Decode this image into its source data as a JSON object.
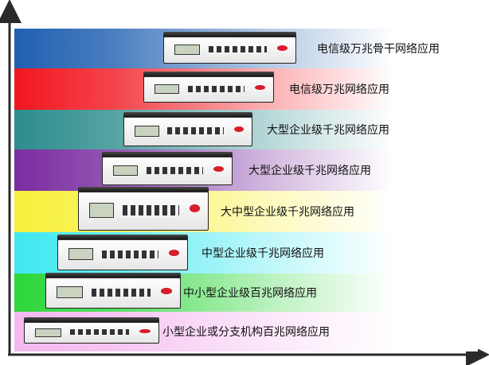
{
  "colors": {
    "axis": "#2a2a2a",
    "device_body": "#e8e8e8",
    "device_top": "#222222",
    "brand": "#d61e2a"
  },
  "tiers": [
    {
      "label": "电信级万兆骨干网络应用",
      "color": "#1f5fb0"
    },
    {
      "label": "电信级万兆网络应用",
      "color": "#f2161f"
    },
    {
      "label": "大型企业级千兆网络应用",
      "color": "#2d8c8c"
    },
    {
      "label": "大型企业级千兆网络应用",
      "color": "#7a2ca0"
    },
    {
      "label": "大中型企业级千兆网络应用",
      "color": "#f7f03a"
    },
    {
      "label": "中型企业级千兆网络应用",
      "color": "#3fe8f0"
    },
    {
      "label": "中小型企业级百兆网络应用",
      "color": "#2cd63a"
    },
    {
      "label": "小型企业或分支机构百兆网络应用",
      "color": "#f4b8f0"
    }
  ]
}
